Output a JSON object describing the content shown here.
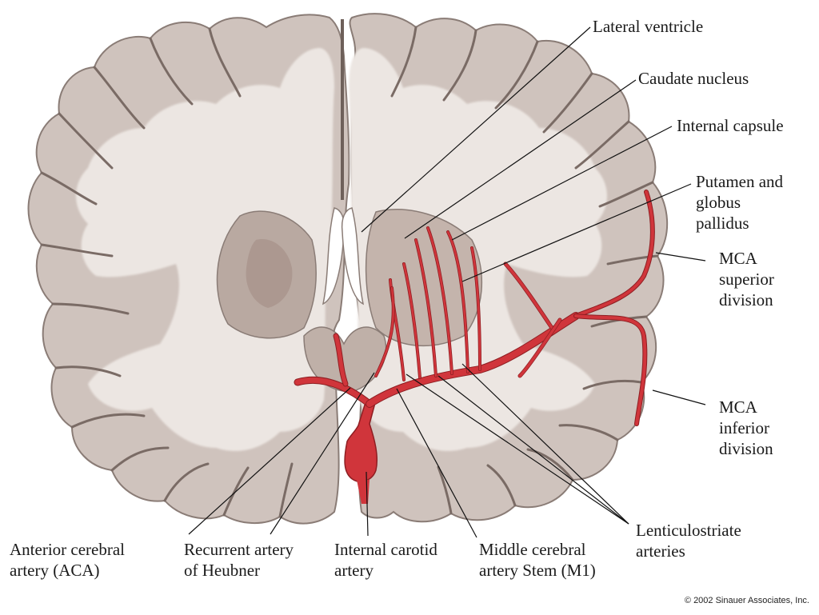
{
  "labels": {
    "lateral_ventricle": "Lateral ventricle",
    "caudate_nucleus": "Caudate nucleus",
    "internal_capsule": "Internal capsule",
    "putamen_line1": "Putamen and",
    "putamen_line2": "globus",
    "putamen_line3": "pallidus",
    "mca_sup_line1": "MCA",
    "mca_sup_line2": "superior",
    "mca_sup_line3": "division",
    "mca_inf_line1": "MCA",
    "mca_inf_line2": "inferior",
    "mca_inf_line3": "division",
    "lenticulostriate_line1": "Lenticulostriate",
    "lenticulostriate_line2": "arteries",
    "aca_line1": "Anterior cerebral",
    "aca_line2": "artery (ACA)",
    "heubner_line1": "Recurrent artery",
    "heubner_line2": "of Heubner",
    "ica_line1": "Internal carotid",
    "ica_line2": "artery",
    "m1_line1": "Middle cerebral",
    "m1_line2": "artery Stem (M1)"
  },
  "copyright": "© 2002 Sinauer Associates, Inc.",
  "colors": {
    "artery": "#d0353b",
    "brain_gray_matter": "#cfc3bd",
    "brain_white_matter": "#ece6e2",
    "brain_outline": "#8a7c76"
  }
}
